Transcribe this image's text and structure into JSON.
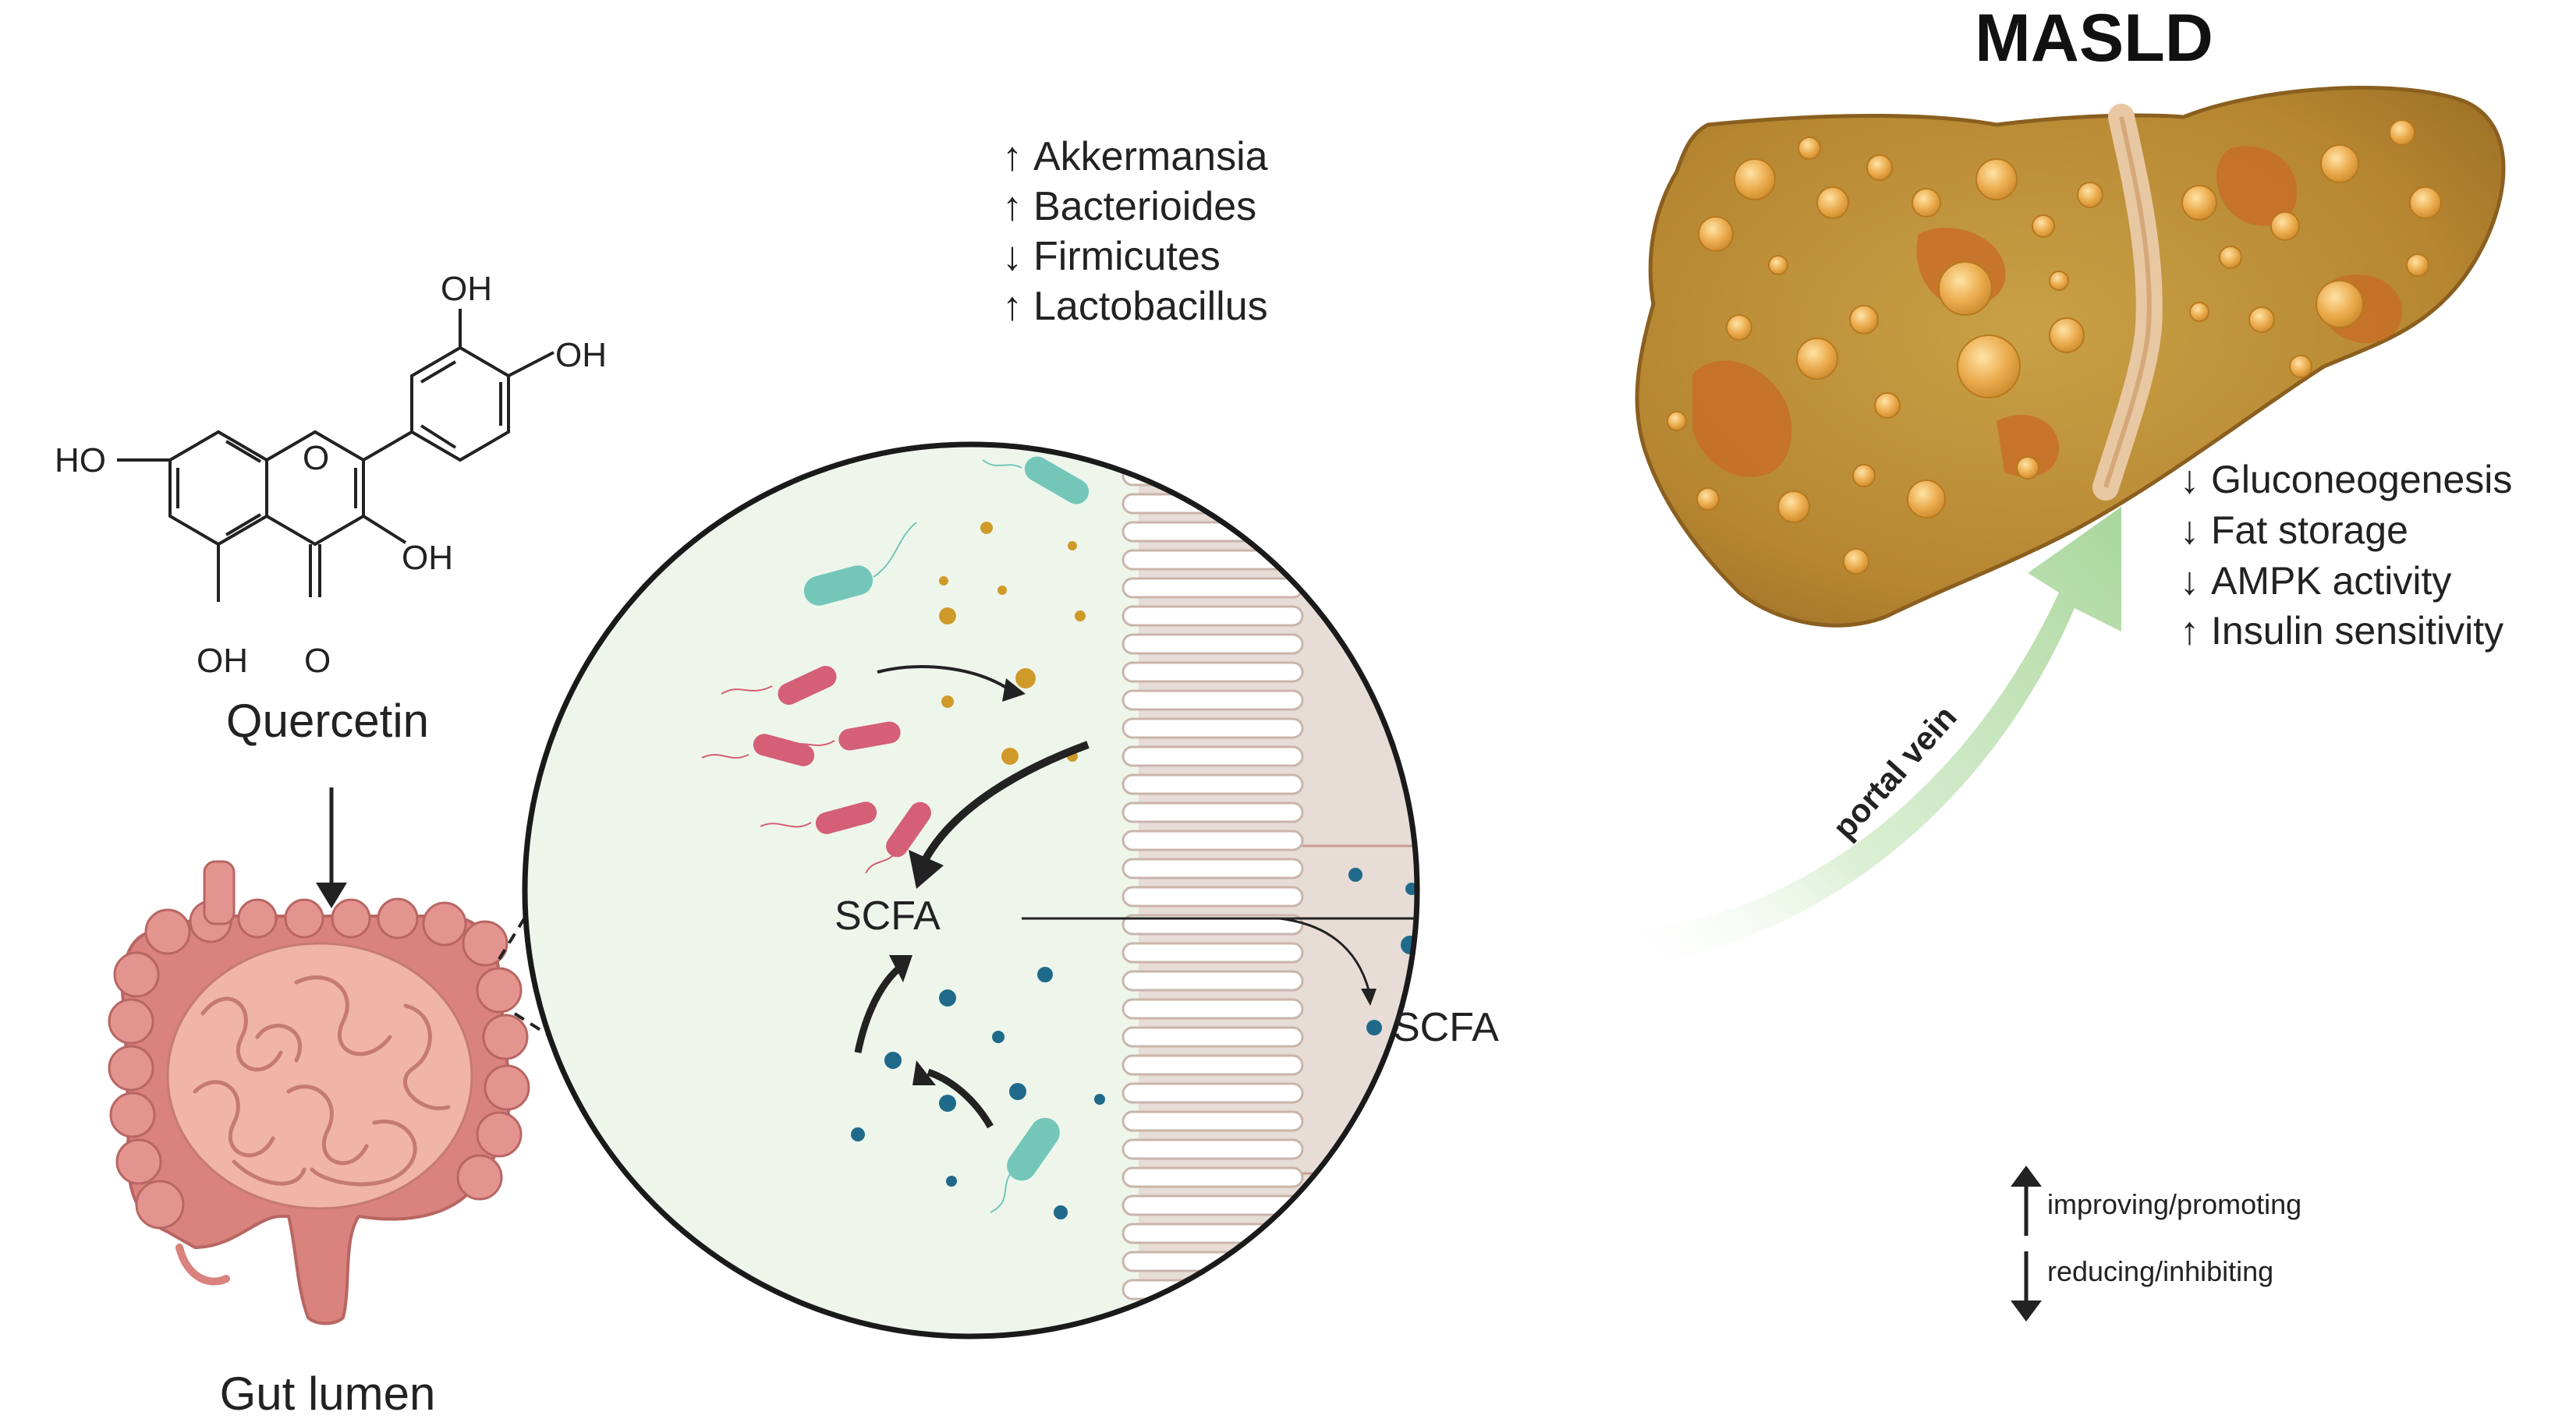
{
  "molecule": {
    "name": "Quercetin",
    "oh_labels": [
      "OH",
      "OH",
      "HO",
      "OH",
      "OH"
    ],
    "oxygen_labels": [
      "O",
      "O"
    ]
  },
  "gut": {
    "label": "Gut lumen"
  },
  "microbiota_changes": [
    {
      "arrow": "↑",
      "text": "Akkermansia"
    },
    {
      "arrow": "↑",
      "text": "Bacterioides"
    },
    {
      "arrow": "↓",
      "text": "Firmicutes"
    },
    {
      "arrow": "↑",
      "text": "Lactobacillus"
    }
  ],
  "scfa": {
    "lumen_label": "SCFA",
    "tissue_label": "SCFA"
  },
  "portal_vein": {
    "label": "portal vein"
  },
  "liver": {
    "title": "MASLD"
  },
  "effects": [
    {
      "arrow": "↓",
      "text": "Gluconeogenesis"
    },
    {
      "arrow": "↓",
      "text": "Fat storage"
    },
    {
      "arrow": "↓",
      "text": "AMPK activity"
    },
    {
      "arrow": "↑",
      "text": " Insulin sensitivity"
    }
  ],
  "legend": {
    "up": "improving/promoting",
    "down": "reducing/inhibiting"
  },
  "colors": {
    "lumen_bg": "#eef6ec",
    "tissue_bg": "#e7dcd6",
    "villus_border": "#c9b5ab",
    "bacteria_red": "#d45f76",
    "bacteria_teal": "#74c7b8",
    "scfa_dot": "#1f6a8a",
    "gold_dot": "#d09a2a",
    "liver_main": "#b8892f",
    "liver_dark": "#c96a26",
    "gut_pink": "#e39a94",
    "portal_green": "#b9ddb0"
  }
}
